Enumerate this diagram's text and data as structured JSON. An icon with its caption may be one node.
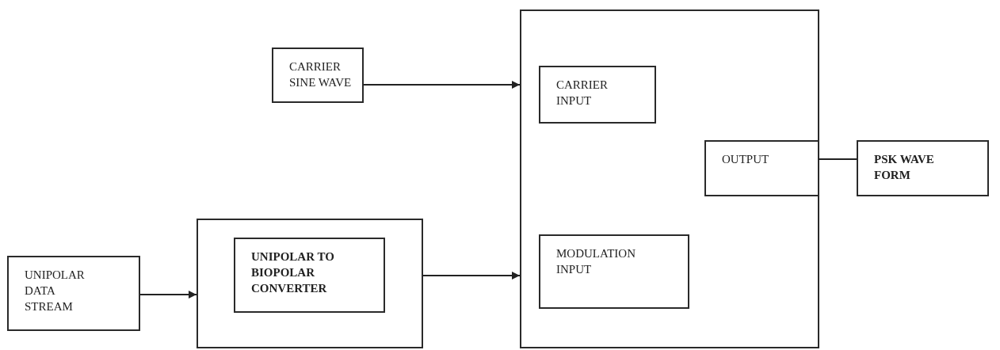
{
  "diagram": {
    "nodes": [
      {
        "text": [
          "CARRIER SINE WAVE"
        ]
      },
      {
        "text": [],
        "shape": "box"
      },
      {
        "text": [
          "CARRIER INPUT"
        ],
        "in": 1
      },
      {
        "text": [
          "OUTPUT"
        ],
        "in": 1
      },
      {
        "text": [
          "MODULATION INPUT"
        ],
        "in": 1
      },
      {
        "text": [
          "PSK WAVE FORM"
        ]
      },
      {
        "text": [
          "UNIPOLAR DATA STREAM"
        ]
      },
      {
        "text": [],
        "shape": "box"
      },
      {
        "text": [
          "UNIPOLAR TO BIOPOLAR CONVERTER"
        ],
        "in": 7
      }
    ],
    "edges": [
      {
        "from": 0,
        "to": 1,
        "arrow": "to"
      },
      {
        "from": 3,
        "to": 5,
        "arrow": "none"
      },
      {
        "from": 6,
        "to": 7,
        "arrow": "to"
      },
      {
        "from": 7,
        "to": 1,
        "arrow": "to"
      }
    ]
  }
}
